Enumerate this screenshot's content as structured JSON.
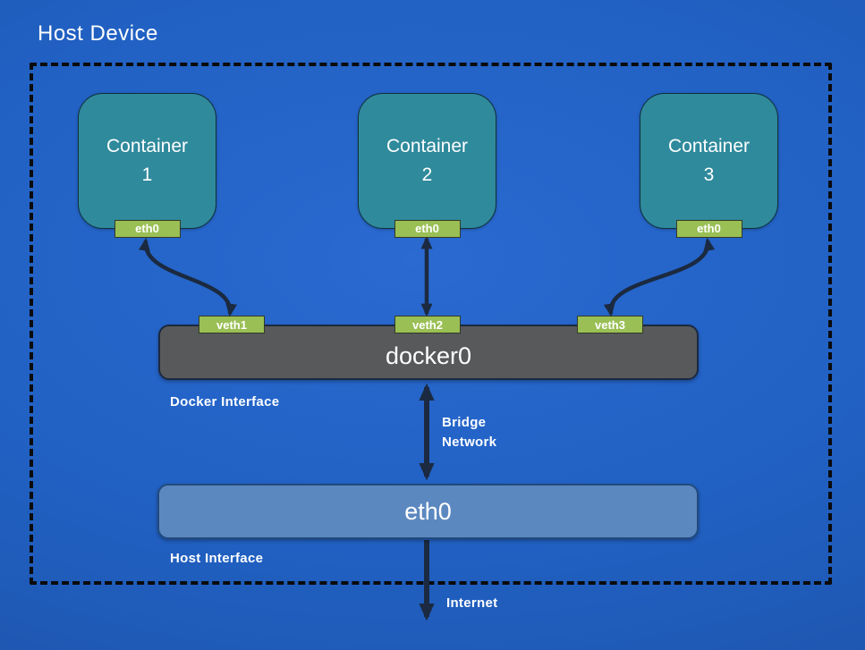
{
  "diagram": {
    "title": "Host Device",
    "containers": [
      {
        "line1": "Container",
        "line2": "1",
        "port": "eth0"
      },
      {
        "line1": "Container",
        "line2": "2",
        "port": "eth0"
      },
      {
        "line1": "Container",
        "line2": "3",
        "port": "eth0"
      }
    ],
    "docker_bridge": {
      "label": "docker0",
      "caption": "Docker Interface",
      "veth_ports": [
        "veth1",
        "veth2",
        "veth3"
      ]
    },
    "bridge_network_label": {
      "line1": "Bridge",
      "line2": "Network"
    },
    "host_interface": {
      "label": "eth0",
      "caption": "Host Interface"
    },
    "internet_label": "Internet",
    "colors": {
      "background_center": "#2a6ad1",
      "background_edge": "#1c4fa3",
      "container_fill": "#2f8a9c",
      "port_badge_fill": "#9abf55",
      "docker_bar_fill": "#58595b",
      "host_bar_fill": "#5c88c0",
      "arrow": "#1b2a40",
      "boundary_dash": "#0b0b0b",
      "text": "#ffffff"
    }
  }
}
